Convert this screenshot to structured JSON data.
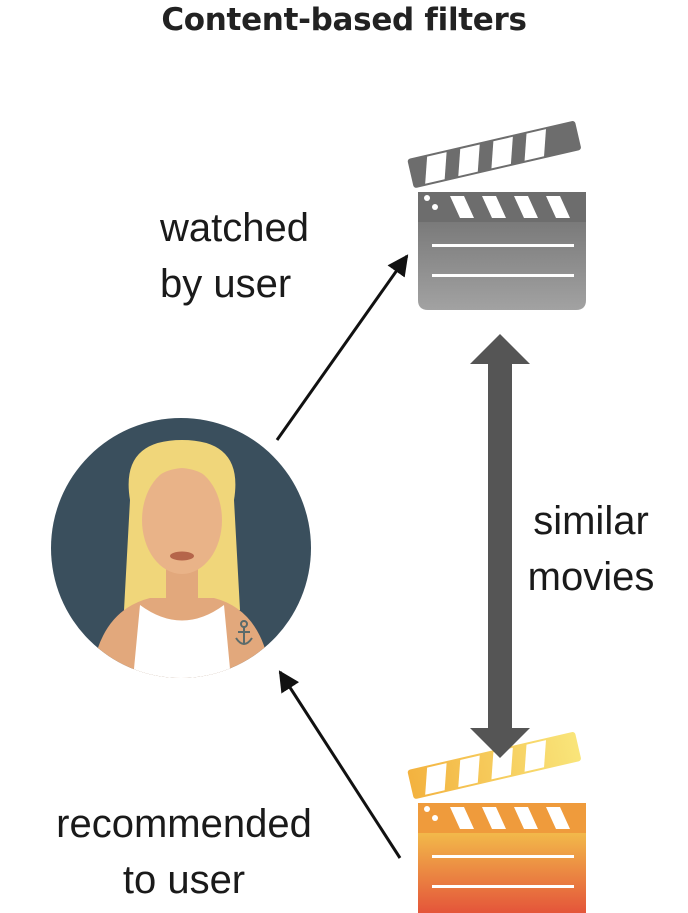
{
  "title": "Content-based filters",
  "labels": {
    "watched": [
      "watched",
      "by user"
    ],
    "similar": [
      "similar",
      "movies"
    ],
    "recommended": [
      "recommended",
      "to user"
    ]
  },
  "icons": {
    "user": "user-avatar",
    "watched_movie": "clapperboard-icon",
    "recommended_movie": "clapperboard-icon"
  },
  "colors": {
    "avatar_bg": "#3a4f5d",
    "skin": "#e9b388",
    "hair": "#f0d67a",
    "shirt": "#ffffff",
    "watched_clapper": "#8a8a8a",
    "recommended_top": "#f4c74f",
    "recommended_bottom": "#e4553a",
    "double_arrow": "#555555",
    "arrow": "#111111"
  }
}
